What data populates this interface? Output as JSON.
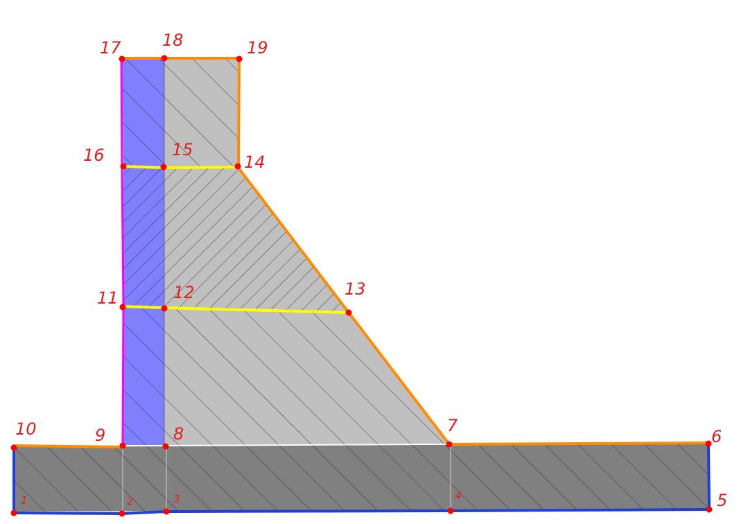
{
  "colors": {
    "foundation": "#808080",
    "dam_body": "#c0c0c0",
    "upstream_strip": "#8080ff",
    "hatch": "#2a2a2a",
    "point": "#ff0000",
    "label": "#e02020",
    "edge_orange": "#ff8c00",
    "edge_yellow": "#ffff00",
    "edge_blue": "#1f3fd8",
    "edge_magenta": "#ff00ff"
  },
  "points": [
    {
      "id": "1",
      "label": "1"
    },
    {
      "id": "2",
      "label": "2"
    },
    {
      "id": "3",
      "label": "3"
    },
    {
      "id": "4",
      "label": "4"
    },
    {
      "id": "5",
      "label": "5"
    },
    {
      "id": "6",
      "label": "6"
    },
    {
      "id": "7",
      "label": "7"
    },
    {
      "id": "8",
      "label": "8"
    },
    {
      "id": "9",
      "label": "9"
    },
    {
      "id": "10",
      "label": "10"
    },
    {
      "id": "11",
      "label": "11"
    },
    {
      "id": "12",
      "label": "12"
    },
    {
      "id": "13",
      "label": "13"
    },
    {
      "id": "14",
      "label": "14"
    },
    {
      "id": "15",
      "label": "15"
    },
    {
      "id": "16",
      "label": "16"
    },
    {
      "id": "17",
      "label": "17"
    },
    {
      "id": "18",
      "label": "18"
    },
    {
      "id": "19",
      "label": "19"
    }
  ]
}
